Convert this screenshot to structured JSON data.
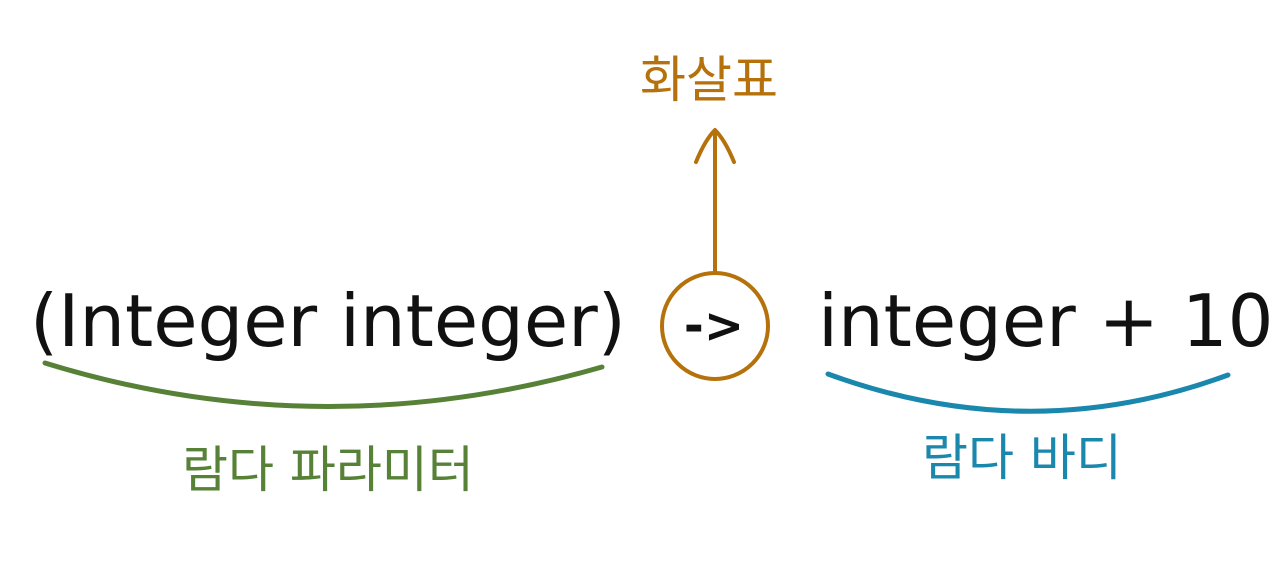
{
  "expression": {
    "parameters": "(Integer integer)",
    "arrow": "->",
    "body": "integer + 10"
  },
  "labels": {
    "arrow": "화살표",
    "parameters": "람다 파라미터",
    "body": "람다 바디"
  },
  "colors": {
    "arrow": "#b5720c",
    "parameters": "#568136",
    "body": "#1a87ac",
    "text": "#111111"
  }
}
